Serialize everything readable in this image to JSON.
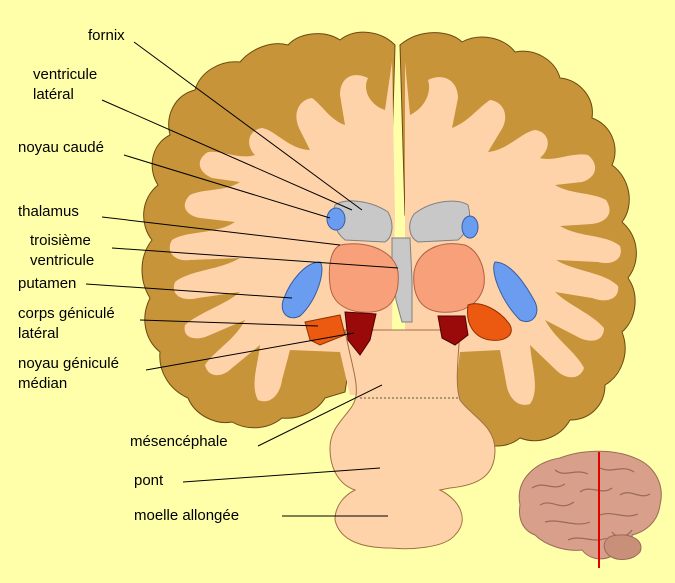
{
  "labels": {
    "fornix": "fornix",
    "ventricule_lateral_1": "ventricule",
    "ventricule_lateral_2": "latéral",
    "noyau_caude": "noyau caudé",
    "thalamus": "thalamus",
    "troisieme_ventricule_1": "troisième",
    "troisieme_ventricule_2": "ventricule",
    "putamen": "putamen",
    "corps_genicule_lateral_1": "corps géniculé",
    "corps_genicule_lateral_2": "latéral",
    "noyau_genicule_median_1": "noyau géniculé",
    "noyau_genicule_median_2": "médian",
    "mesencephale": "mésencéphale",
    "pont": "pont",
    "moelle_allongee": "moelle allongée"
  },
  "colors": {
    "background": "#FFFFAA",
    "cortex_gray_matter": "#C8943A",
    "white_matter": "#FFD3AA",
    "ventricles": "#C8C8C8",
    "caudate_putamen": "#6A9CF0",
    "thalamus": "#F7A07A",
    "lateral_geniculate": "#EB5A10",
    "medial_geniculate": "#9A0A0A",
    "inset_brain": "#D8A08A",
    "section_line": "#E00000"
  },
  "icons": {
    "inset": "brain-side-view-icon"
  }
}
